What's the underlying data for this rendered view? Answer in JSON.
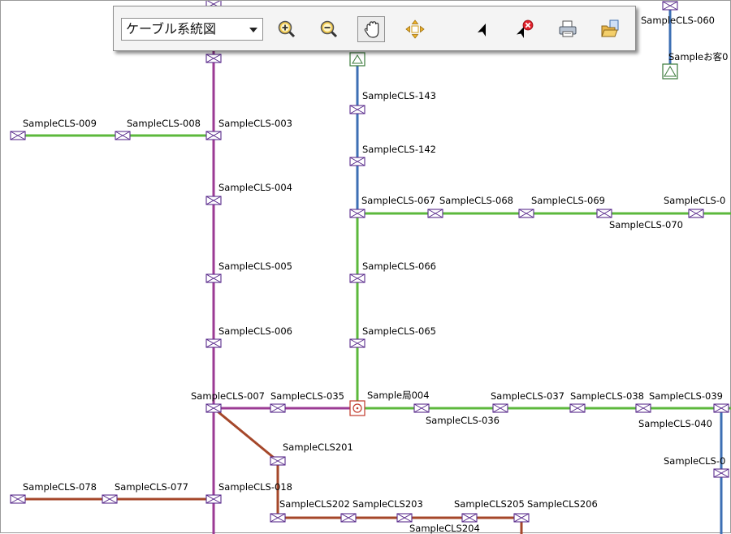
{
  "toolbar": {
    "layer_select_value": "ケーブル系統図",
    "buttons": [
      "zoom-in",
      "zoom-out",
      "pan",
      "full-extent",
      "select",
      "deselect",
      "print",
      "open"
    ]
  },
  "colors": {
    "purple": "#9b3b94",
    "blue": "#3d6fb4",
    "green": "#5cb83c",
    "brown": "#a5472a"
  },
  "labels": [
    "SampleCLS-060",
    "Sampleお客0",
    "SampleCLS-009",
    "SampleCLS-008",
    "SampleCLS-003",
    "SampleCLS-143",
    "SampleCLS-142",
    "SampleCLS-004",
    "SampleCLS-067",
    "SampleCLS-068",
    "SampleCLS-069",
    "SampleCLS-0",
    "SampleCLS-070",
    "SampleCLS-005",
    "SampleCLS-066",
    "SampleCLS-006",
    "SampleCLS-065",
    "SampleCLS-007",
    "SampleCLS-035",
    "Sample局004",
    "SampleCLS-037",
    "SampleCLS-038",
    "SampleCLS-039",
    "SampleCLS-036",
    "SampleCLS-040",
    "SampleCLS201",
    "SampleCLS-0",
    "SampleCLS-078",
    "SampleCLS-077",
    "SampleCLS-018",
    "SampleCLS202",
    "SampleCLS203",
    "SampleCLS205",
    "SampleCLS206",
    "SampleCLS204"
  ]
}
